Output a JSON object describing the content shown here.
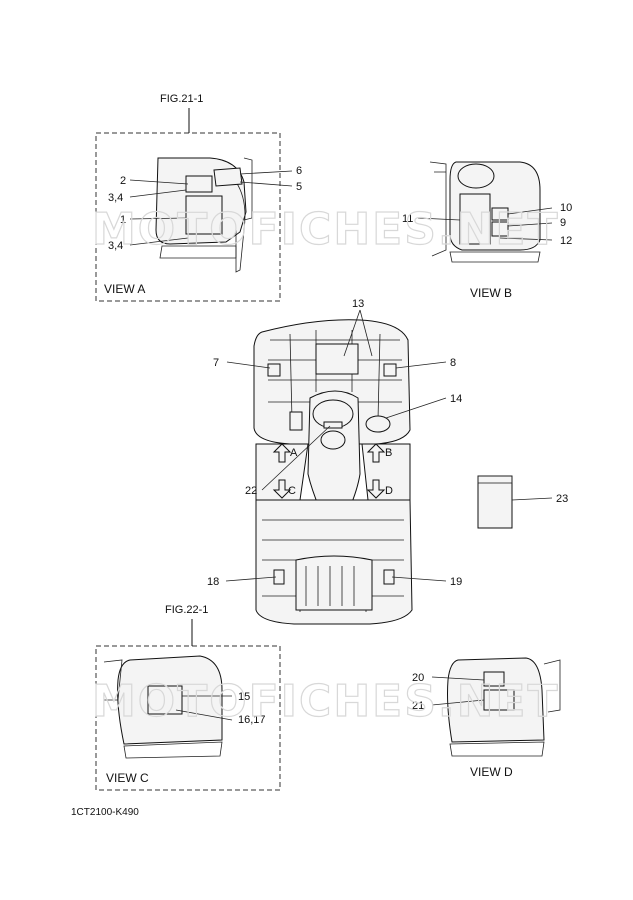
{
  "figure_refs": {
    "top": "FIG.21-1",
    "bottom": "FIG.22-1"
  },
  "views": {
    "a": "VIEW A",
    "b": "VIEW B",
    "c": "VIEW C",
    "d": "VIEW D"
  },
  "callouts": {
    "c1": "1",
    "c2": "2",
    "c34a": "3,4",
    "c34b": "3,4",
    "c5": "5",
    "c6": "6",
    "c7": "7",
    "c8": "8",
    "c9": "9",
    "c10": "10",
    "c11": "11",
    "c12": "12",
    "c13": "13",
    "c14": "14",
    "c15": "15",
    "c1617": "16,17",
    "c18": "18",
    "c19": "19",
    "c20": "20",
    "c21": "21",
    "c22": "22",
    "c23": "23"
  },
  "arrow_letters": {
    "a": "A",
    "b": "B",
    "c": "C",
    "d": "D"
  },
  "drawing_code": "1CT2100-K490",
  "watermark": "MOTOFICHES.NET"
}
